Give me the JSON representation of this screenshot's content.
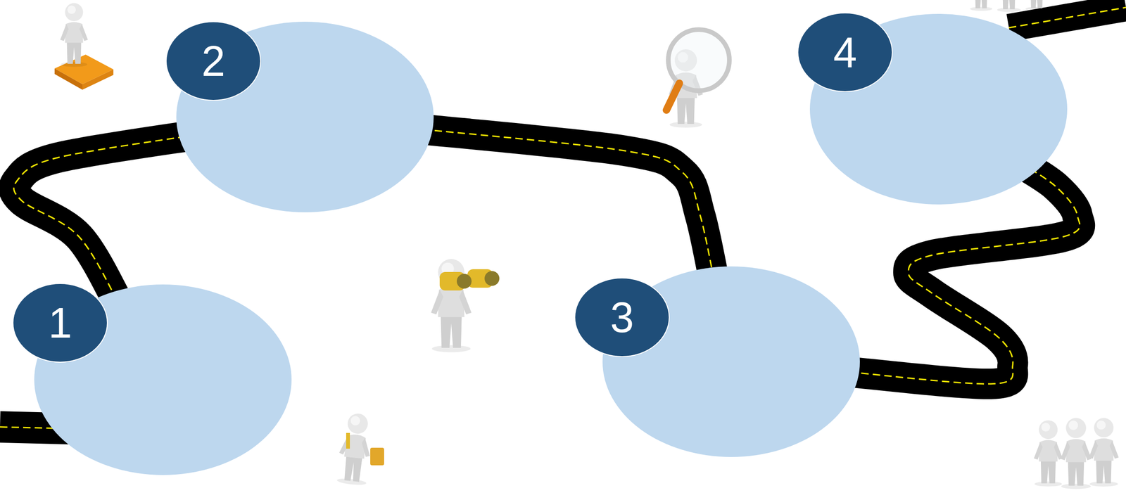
{
  "diagram": {
    "nodes": [
      {
        "text": [
          "1"
        ]
      },
      {
        "text": [
          "2"
        ]
      },
      {
        "text": [
          "3"
        ]
      },
      {
        "text": [
          "4"
        ]
      }
    ],
    "edges": [
      {
        "from": 0,
        "to": 1,
        "arrow": "none"
      },
      {
        "from": 1,
        "to": 2,
        "arrow": "none"
      },
      {
        "from": 2,
        "to": 3,
        "arrow": "none"
      }
    ]
  }
}
